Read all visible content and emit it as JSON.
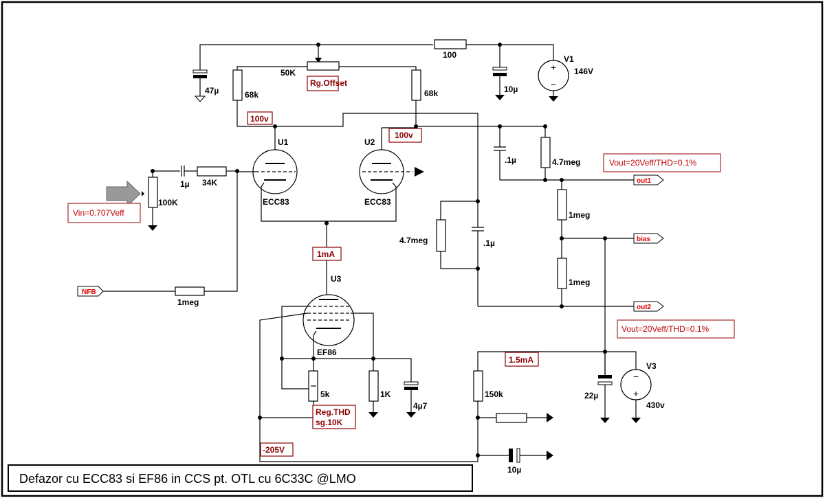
{
  "title": "Defazor cu ECC83 si EF86 in CCS pt. OTL cu 6C33C @LMO",
  "labels": {
    "r_supply": "100",
    "v1_name": "V1",
    "v1_value": "146V",
    "c_47u": "47µ",
    "c_10u_top": "10µ",
    "pot_50k": "50K",
    "r_68k_left": "68k",
    "r_68k_right": "68k",
    "u1_name": "U1",
    "u1_type": "ECC83",
    "u2_name": "U2",
    "u2_type": "ECC83",
    "c_1u_in": "1µ",
    "r_34k": "34K",
    "pot_100k": "100K",
    "c_01u_top": ".1µ",
    "r_47meg_top": "4.7meg",
    "r_1meg_a": "1meg",
    "r_1meg_b": "1meg",
    "r_47meg_left": "4.7meg",
    "c_01u_mid": ".1µ",
    "r_nfb": "1meg",
    "u3_name": "U3",
    "u3_type": "EF86",
    "pot_5k": "5k",
    "r_1k": "1K",
    "c_4u7": "4µ7",
    "r_150k": "150k",
    "c_22u": "22µ",
    "v3_name": "V3",
    "v3_value": "430v",
    "c_10u_bottom": "10µ"
  },
  "boxes": {
    "rg_offset": "Rg.Offset",
    "v_100_left": "100v",
    "v_100_right": "100v",
    "i_1ma": "1mA",
    "i_15ma": "1.5mA",
    "v_neg205": "-205V",
    "reg_thd_1": "Reg.THD",
    "reg_thd_2": "sg.10K"
  },
  "notes": {
    "vin": "Vin=0.707Veff",
    "vout1": "Vout=20Veff/THD=0.1%",
    "vout2": "Vout=20Veff/THD=0.1%"
  },
  "ports": {
    "out1": "out1",
    "out2": "out2",
    "bias": "bias",
    "nfb": "NFB"
  },
  "colors": {
    "box_border": "#8b0000",
    "note_border": "#a52a2a",
    "port_text": "#e00000"
  }
}
